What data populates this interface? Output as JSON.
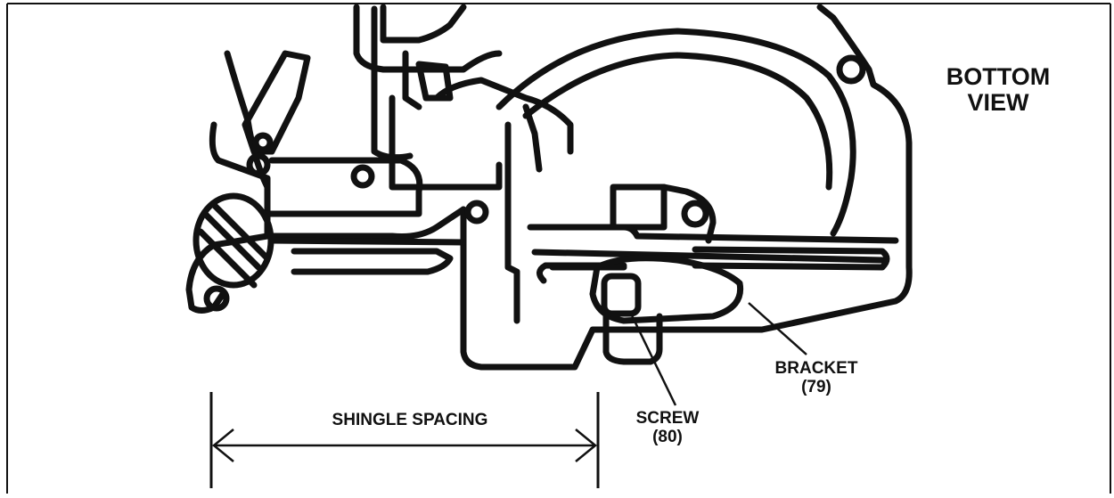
{
  "labels": {
    "view_line1": "BOTTOM",
    "view_line2": "VIEW",
    "bracket_name": "BRACKET",
    "bracket_ref": "(79)",
    "screw_name": "SCREW",
    "screw_ref": "(80)",
    "spacing": "SHINGLE SPACING"
  },
  "colors": {
    "ink": "#111111",
    "background": "#ffffff"
  }
}
